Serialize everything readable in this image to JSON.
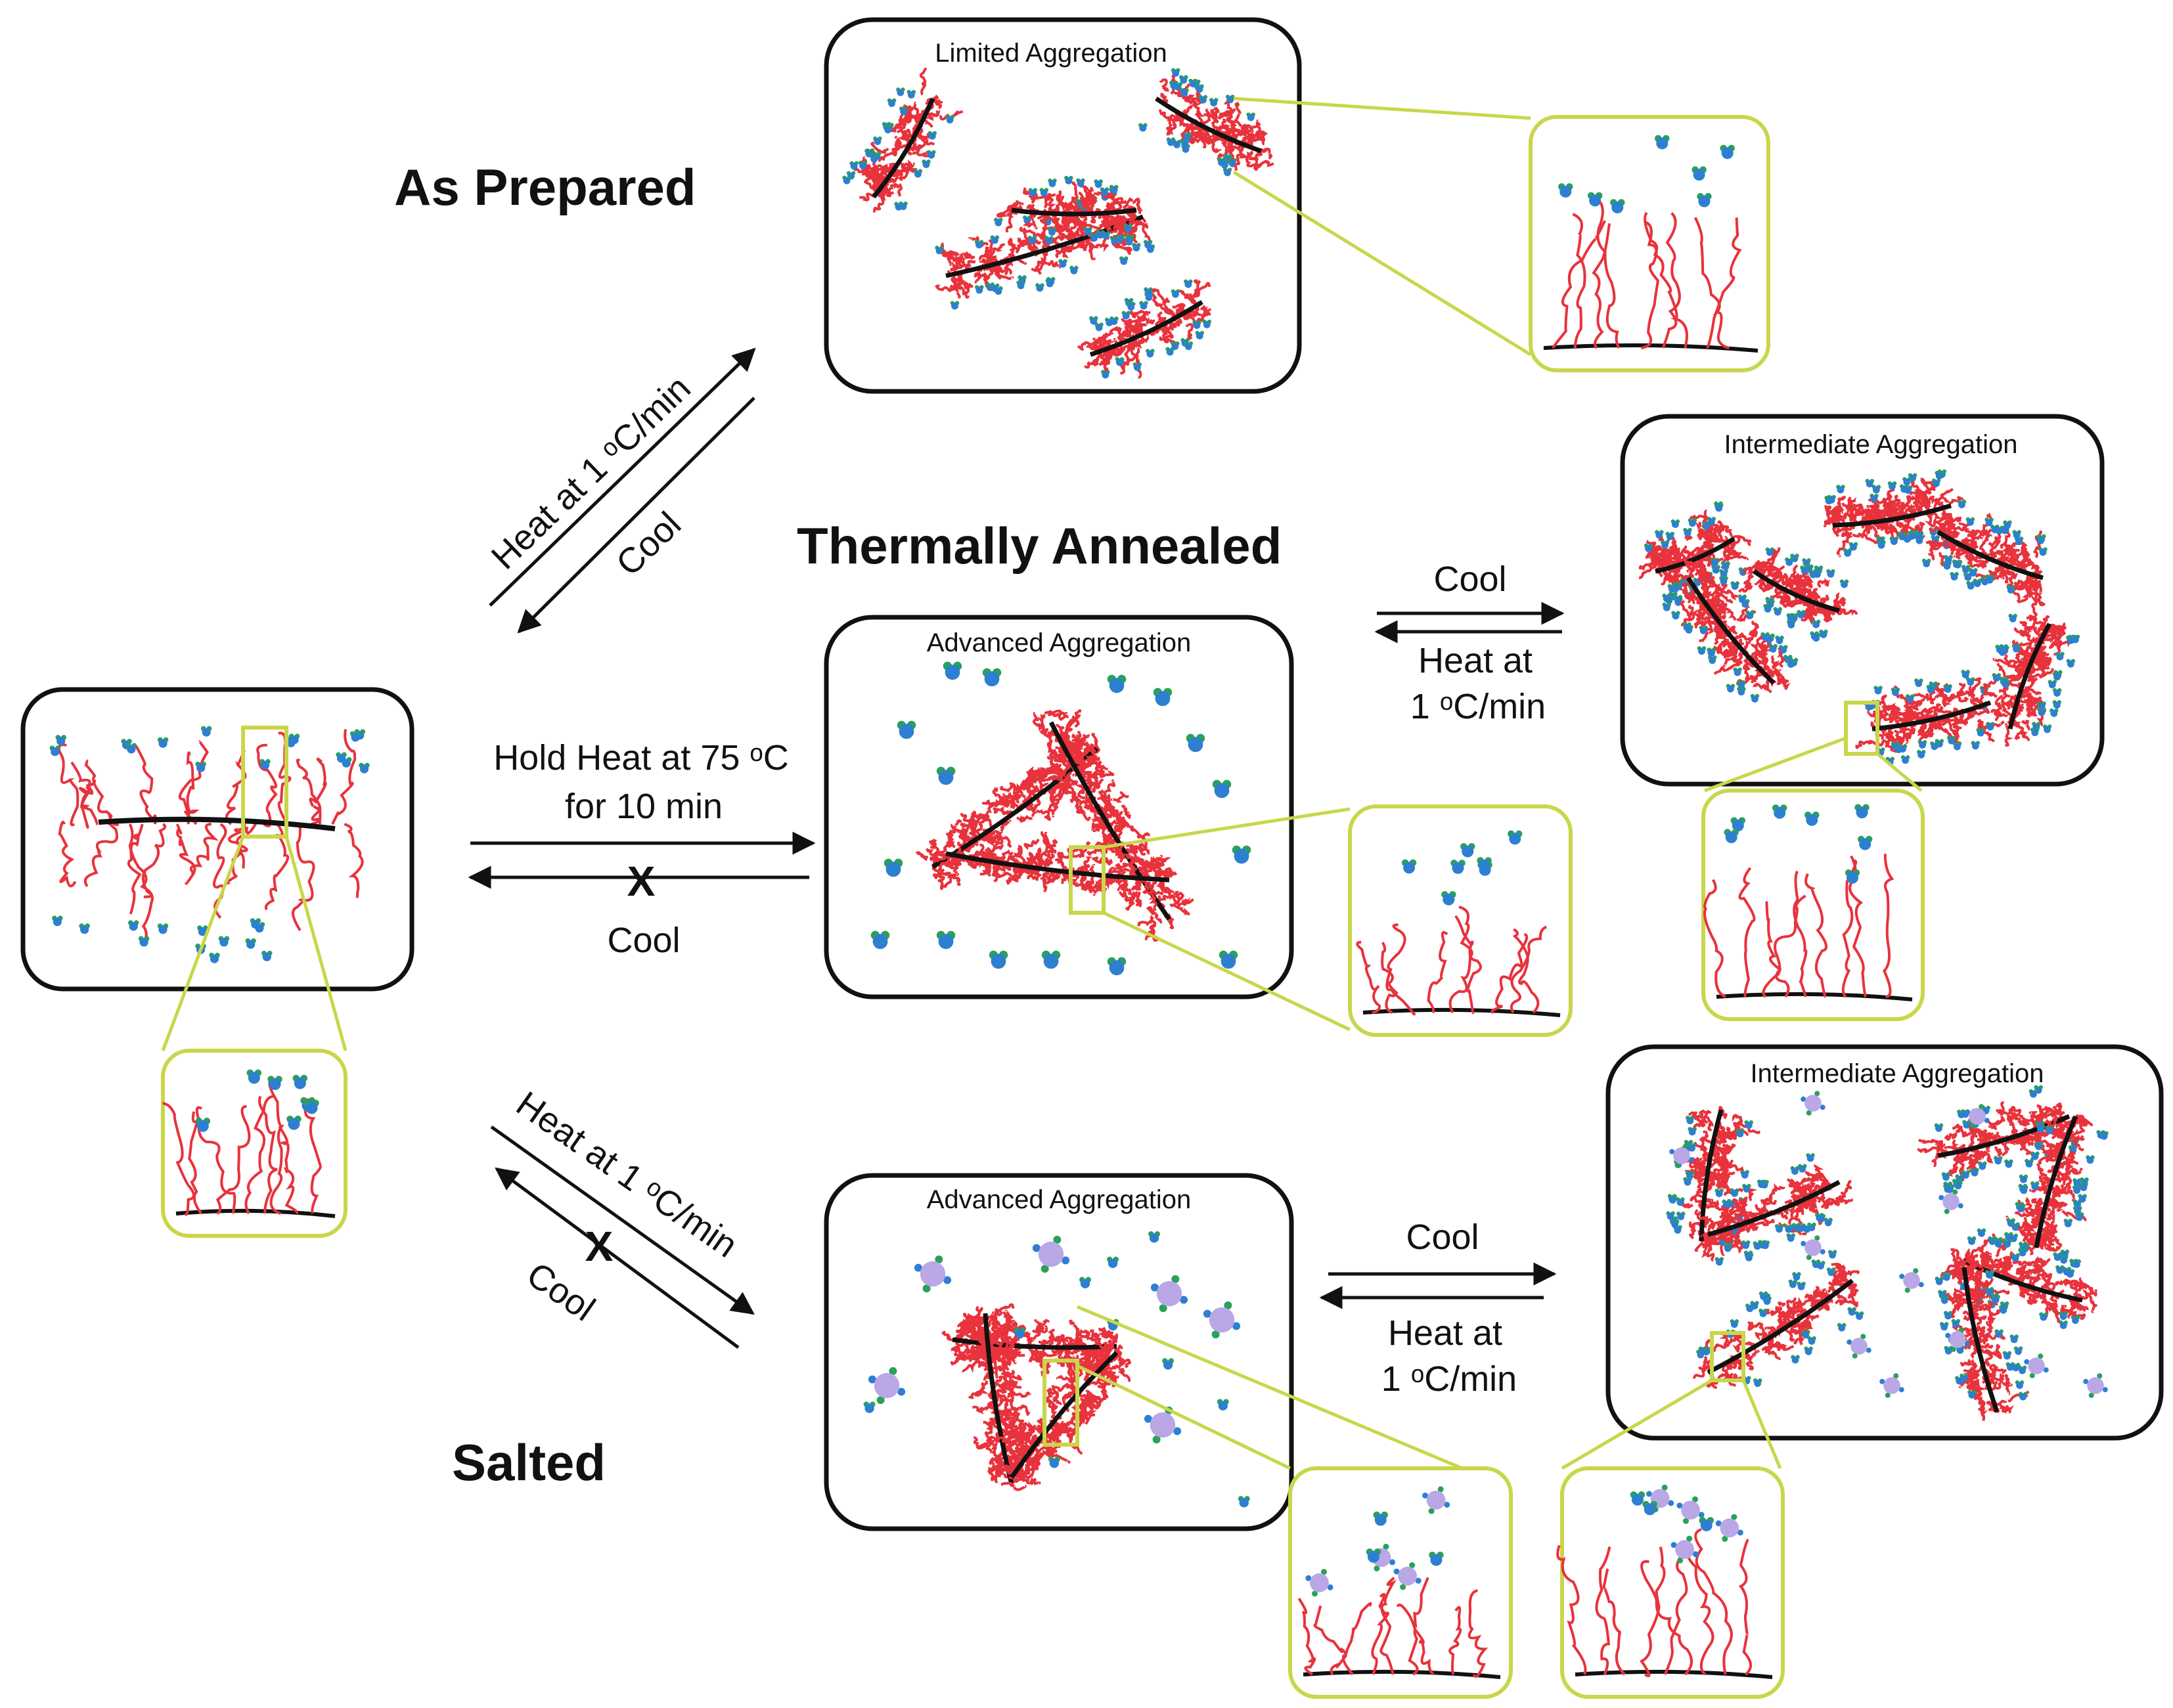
{
  "headings": {
    "as_prepared": "As Prepared",
    "thermally_annealed": "Thermally Annealed",
    "salted": "Salted"
  },
  "panel_titles": {
    "limited": "Limited Aggregation",
    "advanced_annealed": "Advanced Aggregation",
    "intermediate_annealed": "Intermediate Aggregation",
    "advanced_salted": "Advanced Aggregation",
    "intermediate_salted": "Intermediate Aggregation"
  },
  "arrows": {
    "upper_left_forward": "Heat at 1 ᵒC/min",
    "upper_left_back": "Cool",
    "middle_forward_line1": "Hold Heat at 75 ᵒC",
    "middle_forward_line2": "for 10 min",
    "middle_back": "Cool",
    "middle_back_blocked": "X",
    "right_upper_forward": "Cool",
    "right_upper_back_line1": "Heat at",
    "right_upper_back_line2": "1 ᵒC/min",
    "lower_left_forward": "Heat at 1 ᵒC/min",
    "lower_left_back": "Cool",
    "lower_left_back_blocked": "X",
    "right_lower_forward": "Cool",
    "right_lower_back_line1": "Heat at",
    "right_lower_back_line2": "1 ᵒC/min"
  },
  "colors": {
    "panel_border": "#111111",
    "zoom_border": "#c9d64a",
    "polymer_chain": "#e8323c",
    "backbone": "#111111",
    "counterion_core": "#2d7fd1",
    "counterion_shell": "#2aa05a",
    "salt_ion": "#b9a7e6"
  }
}
